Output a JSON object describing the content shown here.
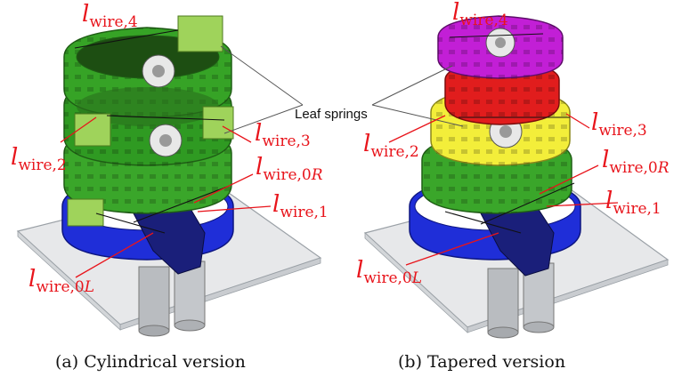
{
  "captions": {
    "a": "(a) Cylindrical version",
    "b": "(b) Tapered version"
  },
  "annotations": {
    "leaf_springs": "Leaf springs",
    "wire_symbol": "l",
    "left": {
      "wire4": "wire,4",
      "wire3": "wire,3",
      "wire2": "wire,2",
      "wire0R_prefix": "wire,0",
      "wire0R_suffix": "R",
      "wire1": "wire,1",
      "wire0L_prefix": "wire,0",
      "wire0L_suffix": "L"
    },
    "right": {
      "wire4": "wire,4",
      "wire3": "wire,3",
      "wire2": "wire,2",
      "wire0R_prefix": "wire,0",
      "wire0R_suffix": "R",
      "wire1": "wire,1",
      "wire0L_prefix": "wire,0",
      "wire0L_suffix": "L"
    }
  },
  "colors": {
    "label": "#e8141b",
    "green_dark": "#2f9a22",
    "green_light": "#9fd35b",
    "blue": "#1f2ed8",
    "yellow": "#f3ee3a",
    "red": "#e11d1d",
    "magenta": "#c21fd6",
    "plate": "#e7e8ea"
  }
}
